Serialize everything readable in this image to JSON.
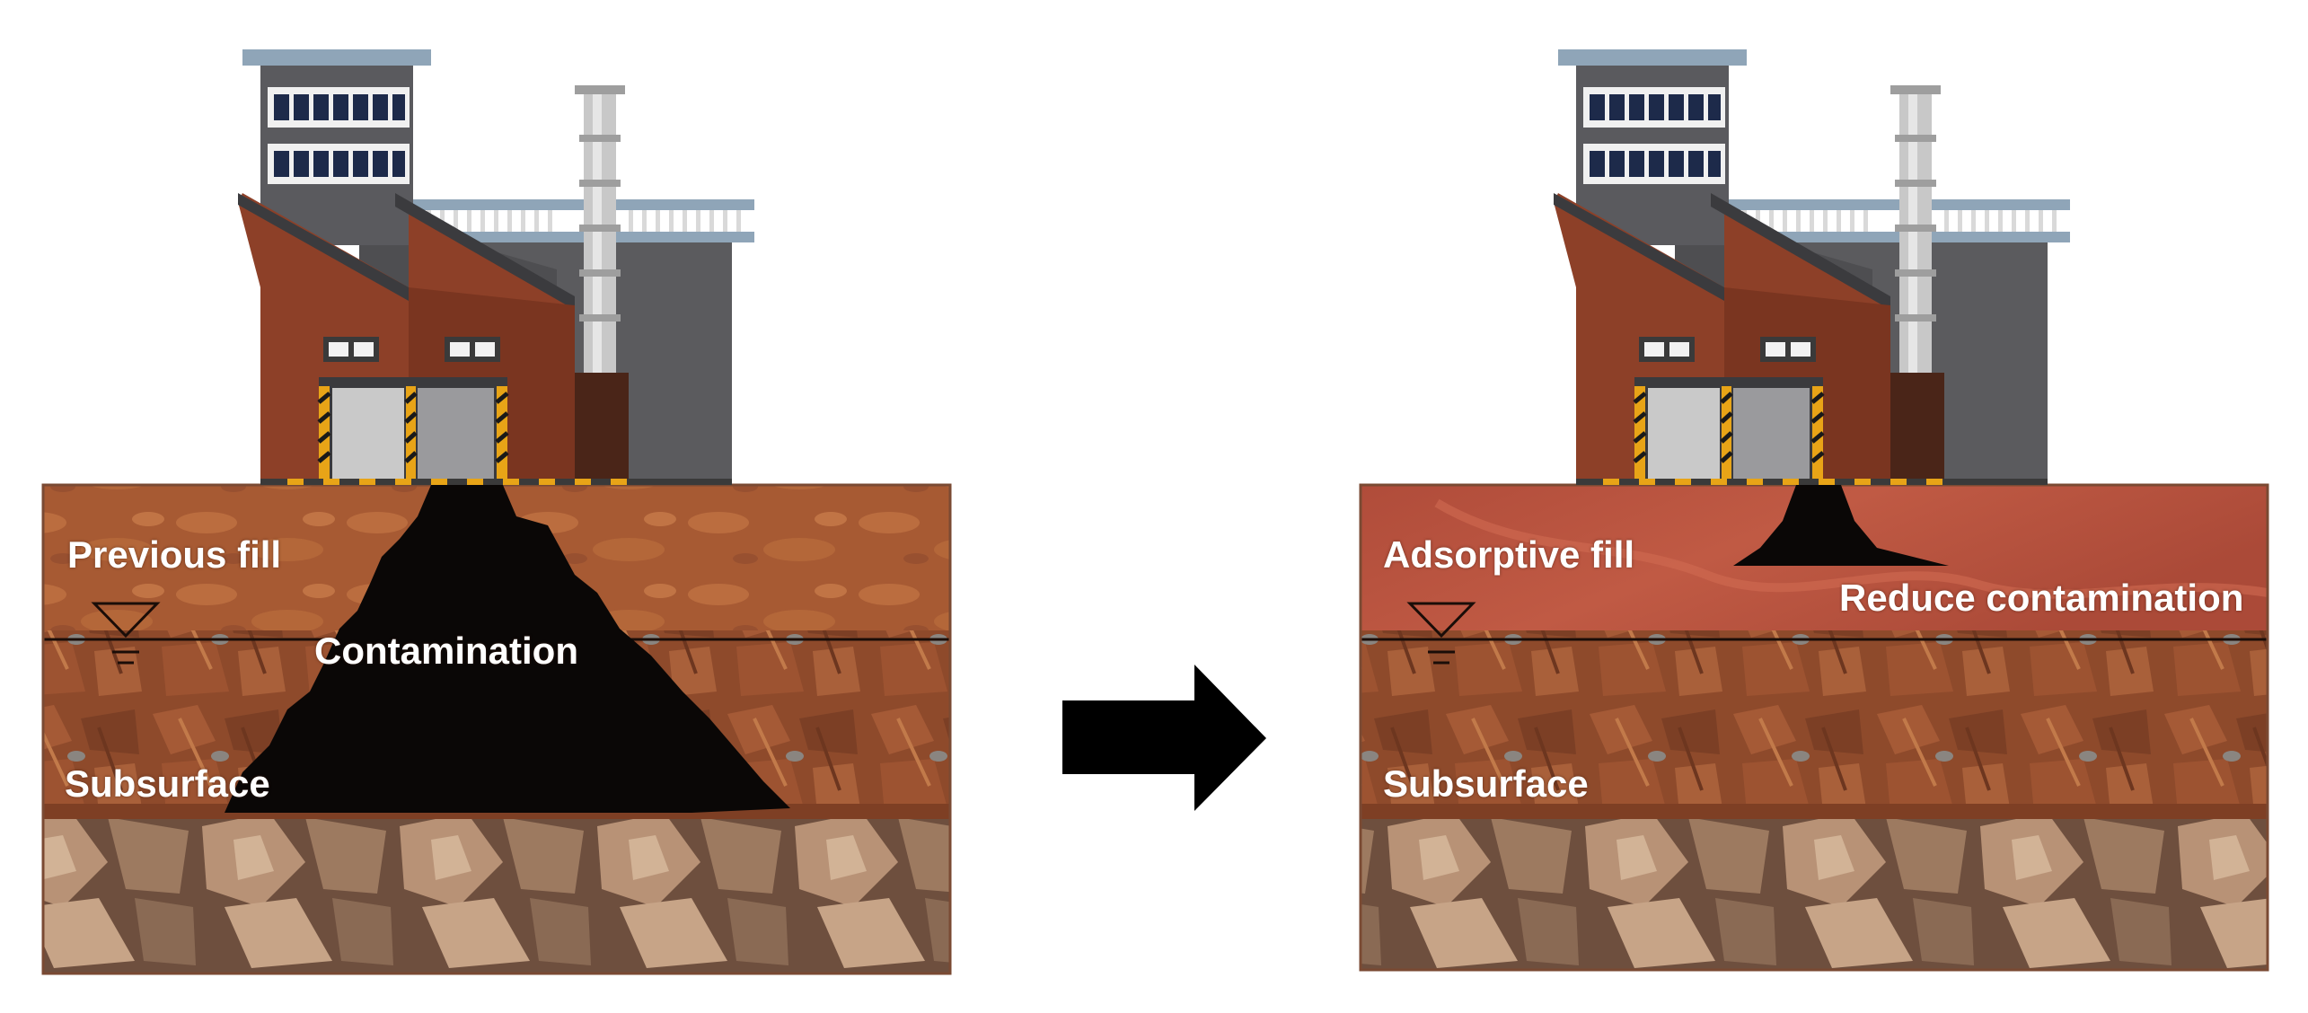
{
  "panels": {
    "before": {
      "fill_label": "Previous fill",
      "plume_label": "Contamination",
      "subsurface_label": "Subsurface"
    },
    "after": {
      "fill_label": "Adsorptive fill",
      "plume_label": "Reduce contamination",
      "subsurface_label": "Subsurface"
    }
  },
  "icons": [
    "factory-icon",
    "chimney-icon",
    "water-table-icon",
    "right-arrow-icon"
  ],
  "colors": {
    "previous_fill": "#a75a33",
    "adsorptive_fill": "#b4513c",
    "subsurface": "#8e4a2b",
    "bedrock": "#7a5c47",
    "contamination": "#0a0706",
    "brick": "#8d4028",
    "arrow": "#000000"
  }
}
